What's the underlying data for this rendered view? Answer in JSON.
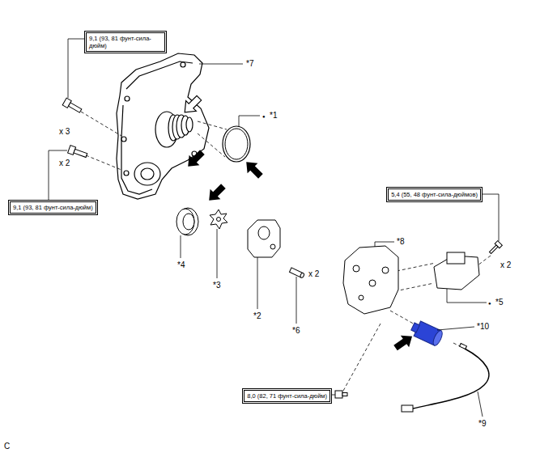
{
  "diagram": {
    "nodes": [
      {
        "text": [
          "9,1 (93, 81 фунт-сила-дюйм)"
        ]
      },
      {
        "text": [
          "9,1 (93, 81 фунт-сила-дюйм)"
        ]
      },
      {
        "text": [
          "5,4 (55, 48 фунт-сила-дюймов)"
        ]
      },
      {
        "text": [
          "8,0 (82, 71 фунт-сила-дюйм)"
        ]
      }
    ],
    "labels": [
      "*7",
      "●",
      "*1",
      "x 3",
      "x 2",
      "*4",
      "*3",
      "*2",
      "x 2",
      "*6",
      "*8",
      "x 2",
      "●",
      "*5",
      "*10",
      "*9",
      "C"
    ]
  }
}
